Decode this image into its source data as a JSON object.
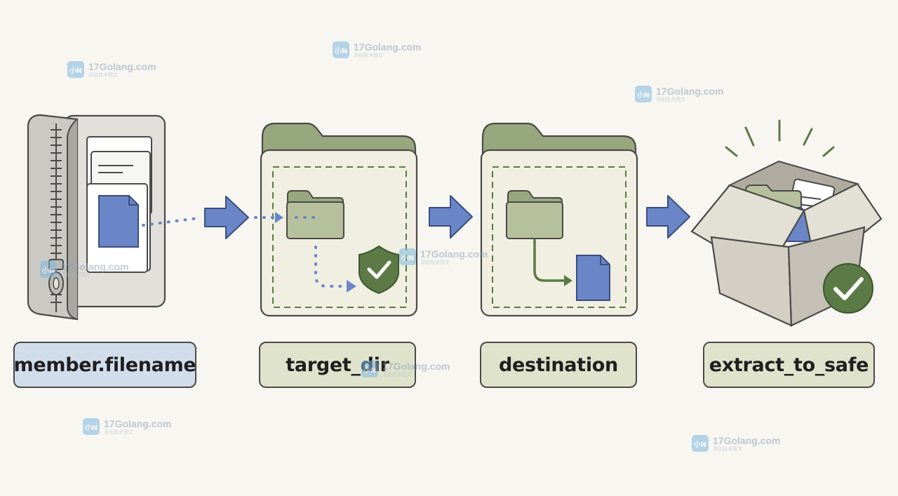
{
  "labels": {
    "member": "member.filename",
    "target": "target_dir",
    "destination": "destination",
    "extract": "extract_to_safe"
  },
  "watermark": {
    "text": "17Golang.com",
    "subtext": "添创技术图文",
    "logo": "小N"
  },
  "colors": {
    "background": "#f7f6f1",
    "blue_accent": "#6b86c6",
    "green_folder": "#c5cdb0",
    "green_dark": "#5c7a45",
    "label_blue": "#d2ddec",
    "label_green": "#dfe3cc"
  },
  "icons": [
    "zip-archive-icon",
    "arrow-right-icon",
    "folder-icon",
    "shield-check-icon",
    "file-icon",
    "open-box-icon",
    "check-circle-icon"
  ]
}
